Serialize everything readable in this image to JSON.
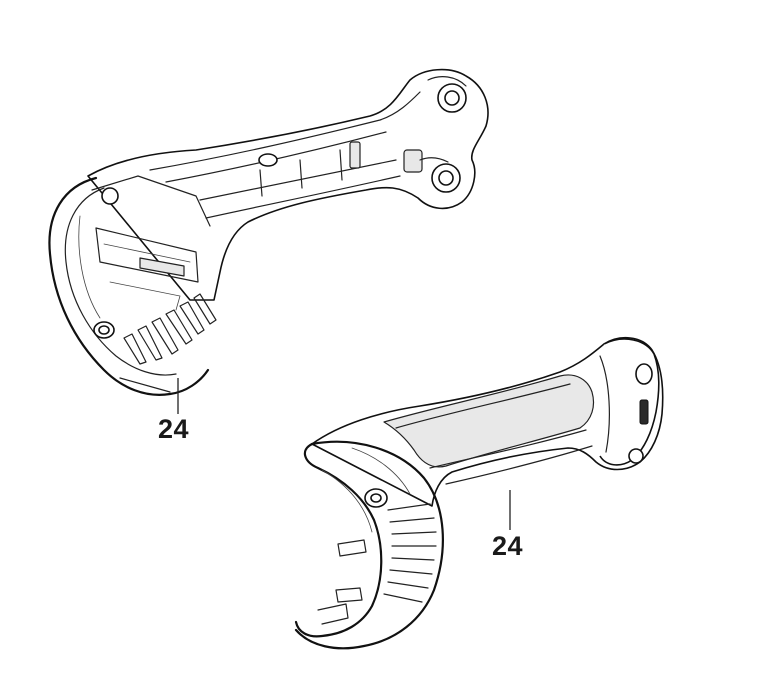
{
  "callouts": [
    {
      "label": "24"
    },
    {
      "label": "24"
    }
  ],
  "parts": [
    {
      "name": "handle-housing-half-inner",
      "callout_ref": 0
    },
    {
      "name": "handle-housing-half-outer",
      "callout_ref": 1
    }
  ],
  "colors": {
    "line": "#111111",
    "background": "#ffffff"
  }
}
